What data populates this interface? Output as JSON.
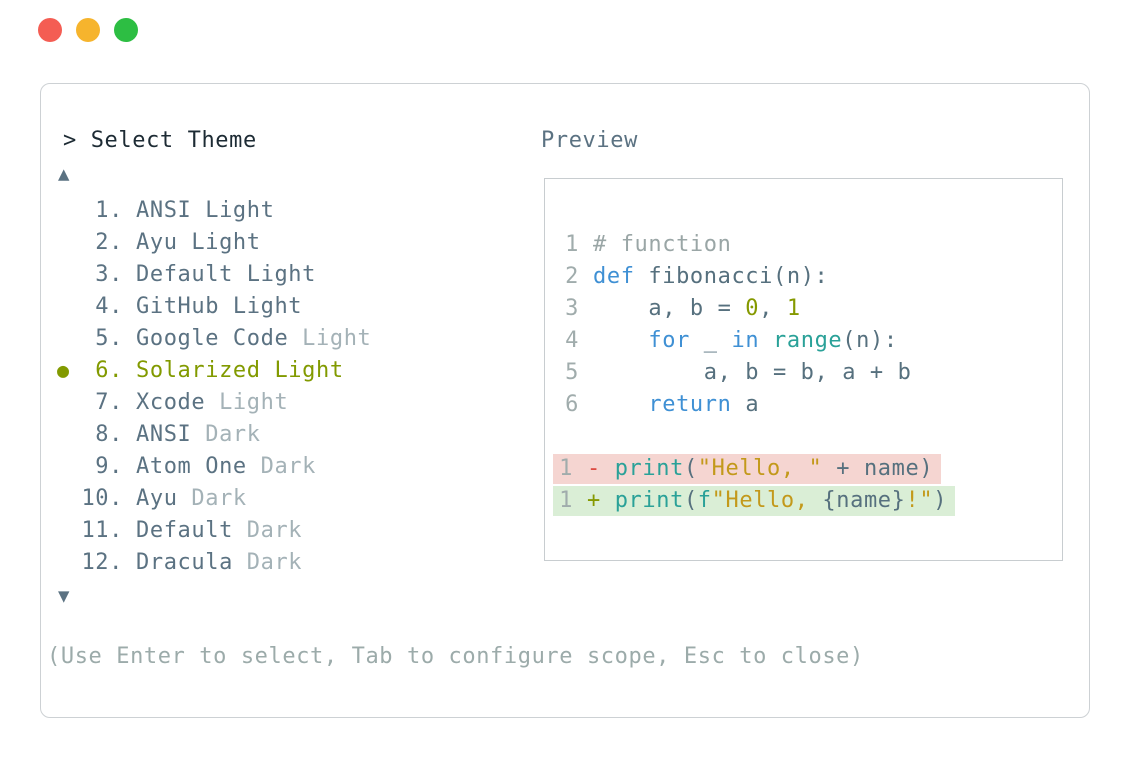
{
  "window": {
    "traffic_lights": [
      "close",
      "minimize",
      "zoom"
    ]
  },
  "header": {
    "prompt": "> Select Theme",
    "preview_label": "Preview"
  },
  "scroll": {
    "up_icon": "▲",
    "down_icon": "▼"
  },
  "theme_list": {
    "selected_bullet": "●",
    "items": [
      {
        "number": "1",
        "name": "ANSI",
        "suffix": "Light",
        "dim_suffix": false,
        "selected": false
      },
      {
        "number": "2",
        "name": "Ayu",
        "suffix": "Light",
        "dim_suffix": false,
        "selected": false
      },
      {
        "number": "3",
        "name": "Default",
        "suffix": "Light",
        "dim_suffix": false,
        "selected": false
      },
      {
        "number": "4",
        "name": "GitHub",
        "suffix": "Light",
        "dim_suffix": false,
        "selected": false
      },
      {
        "number": "5",
        "name": "Google Code",
        "suffix": "Light",
        "dim_suffix": true,
        "selected": false
      },
      {
        "number": "6",
        "name": "Solarized",
        "suffix": "Light",
        "dim_suffix": false,
        "selected": true
      },
      {
        "number": "7",
        "name": "Xcode",
        "suffix": "Light",
        "dim_suffix": true,
        "selected": false
      },
      {
        "number": "8",
        "name": "ANSI",
        "suffix": "Dark",
        "dim_suffix": true,
        "selected": false
      },
      {
        "number": "9",
        "name": "Atom One",
        "suffix": "Dark",
        "dim_suffix": true,
        "selected": false
      },
      {
        "number": "10",
        "name": "Ayu",
        "suffix": "Dark",
        "dim_suffix": true,
        "selected": false
      },
      {
        "number": "11",
        "name": "Default",
        "suffix": "Dark",
        "dim_suffix": true,
        "selected": false
      },
      {
        "number": "12",
        "name": "Dracula",
        "suffix": "Dark",
        "dim_suffix": true,
        "selected": false
      }
    ]
  },
  "preview": {
    "lines": [
      {
        "num": "1",
        "bg": null,
        "tokens": [
          {
            "c": "cm",
            "t": "# function"
          }
        ]
      },
      {
        "num": "2",
        "bg": null,
        "tokens": [
          {
            "c": "kw",
            "t": "def"
          },
          {
            "c": "pl",
            "t": " fibonacci(n):"
          }
        ]
      },
      {
        "num": "3",
        "bg": null,
        "tokens": [
          {
            "c": "pl",
            "t": "    a, b = "
          },
          {
            "c": "nu",
            "t": "0"
          },
          {
            "c": "pl",
            "t": ", "
          },
          {
            "c": "nu",
            "t": "1"
          }
        ]
      },
      {
        "num": "4",
        "bg": null,
        "tokens": [
          {
            "c": "pl",
            "t": "    "
          },
          {
            "c": "kw",
            "t": "for"
          },
          {
            "c": "pl",
            "t": " _ "
          },
          {
            "c": "kw",
            "t": "in"
          },
          {
            "c": "pl",
            "t": " "
          },
          {
            "c": "fn",
            "t": "range"
          },
          {
            "c": "pl",
            "t": "(n):"
          }
        ]
      },
      {
        "num": "5",
        "bg": null,
        "tokens": [
          {
            "c": "pl",
            "t": "        a, b = b, a + b"
          }
        ]
      },
      {
        "num": "6",
        "bg": null,
        "tokens": [
          {
            "c": "pl",
            "t": "    "
          },
          {
            "c": "kw",
            "t": "return"
          },
          {
            "c": "pl",
            "t": " a"
          }
        ]
      },
      {
        "num": "",
        "bg": null,
        "tokens": []
      },
      {
        "num": "1",
        "bg": "removed",
        "tokens": [
          {
            "c": "rm",
            "t": "- "
          },
          {
            "c": "fn",
            "t": "print"
          },
          {
            "c": "pl",
            "t": "("
          },
          {
            "c": "st",
            "t": "\"Hello, \""
          },
          {
            "c": "pl",
            "t": " + name)"
          }
        ]
      },
      {
        "num": "1",
        "bg": "added",
        "tokens": [
          {
            "c": "ad",
            "t": "+ "
          },
          {
            "c": "fn",
            "t": "print"
          },
          {
            "c": "pl",
            "t": "("
          },
          {
            "c": "fn",
            "t": "f"
          },
          {
            "c": "st",
            "t": "\"Hello, "
          },
          {
            "c": "pl",
            "t": "{name}"
          },
          {
            "c": "st",
            "t": "!\""
          },
          {
            "c": "pl",
            "t": ")"
          }
        ]
      }
    ]
  },
  "footer": {
    "help": "(Use Enter to select, Tab to configure scope, Esc to close)"
  },
  "colors": {
    "traffic_red": "#f45d53",
    "traffic_yellow": "#f6b42d",
    "traffic_green": "#2dbe43",
    "border": "#cdd1d4",
    "preview_border": "#c8cdd0",
    "text_dark": "#1d2b34",
    "list_normal": "#5b7282",
    "list_dim": "#a4b2b7",
    "selected": "#829a00",
    "help": "#9cabaa",
    "comment": "#9aa6a6",
    "linenum": "#a0acac",
    "keyword": "#3f90d4",
    "function": "#2aa198",
    "string": "#c3991b",
    "number": "#859900",
    "removed": "#dc4b42",
    "added": "#859900",
    "bg_removed": "#f5d5d1",
    "bg_added": "#daeed6",
    "plain_code": "#56707e"
  }
}
